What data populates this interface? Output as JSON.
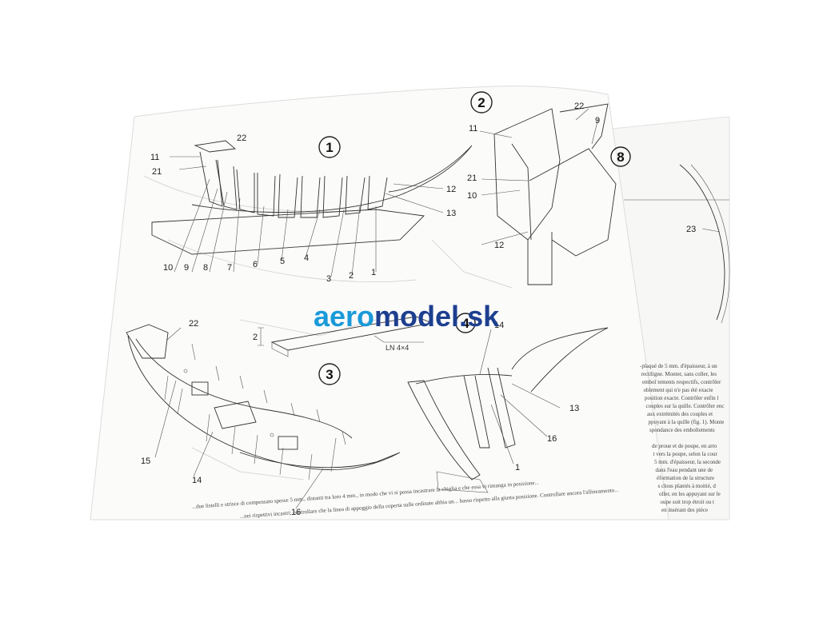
{
  "watermark": {
    "part1": "aero",
    "part2": "model.sk"
  },
  "figures": [
    {
      "number": "1",
      "labels": [
        "11",
        "22",
        "21",
        "10",
        "9",
        "8",
        "7",
        "6",
        "5",
        "4",
        "3",
        "2",
        "1",
        "12",
        "13"
      ]
    },
    {
      "number": "2",
      "labels": [
        "22",
        "11",
        "9",
        "21",
        "10",
        "12"
      ]
    },
    {
      "number": "3",
      "labels": [
        "22",
        "15",
        "14",
        "16"
      ]
    },
    {
      "number": "4",
      "labels": [
        "14",
        "13",
        "16",
        "1"
      ]
    },
    {
      "number": "8",
      "labels": [
        "23"
      ]
    }
  ],
  "strip_label": "LN 4×4",
  "strip_dim": "2",
  "italian_text": "...due listelli e strisce di compensato spesse 5 mm., distanti tra loro 4 mm., in modo che vi si possa incastrare la chiglia e che essa vi rimanga in posizione...",
  "italian_text2": "...nei rispettivi incastri; controllare che la linea di appoggio della coperta sulle ordinate abbia un... basso rispetto alla giusta posizione. Controllare ancora l'allineamento...",
  "french_lines": [
    "-plaqué de 5 mm. d'épaisseur, à un",
    "rectiligne. Monter, sans coller, les",
    "emboî tements respectifs, contrôler",
    "oblement qui n'e pas été exacte",
    "position exacte. Contrôler enfin l",
    "couples sur la quille. Contrôler enc",
    "aux extrémités des couples et",
    "ppuyant à la quille (fig. 1). Monte",
    "spondance des emboîtements",
    "",
    "de proue et de poupe, en arro",
    "t vers la poupe, selon la cour",
    "5 mm. d'épaisseur, la seconde",
    "dans l'eau pendant une de",
    "éformation de la structure",
    "s clous plantés à moitié, d",
    "oller, en les appuyant sur le",
    "oupe soit trop étroit ou t",
    "en insérant des pièce"
  ]
}
